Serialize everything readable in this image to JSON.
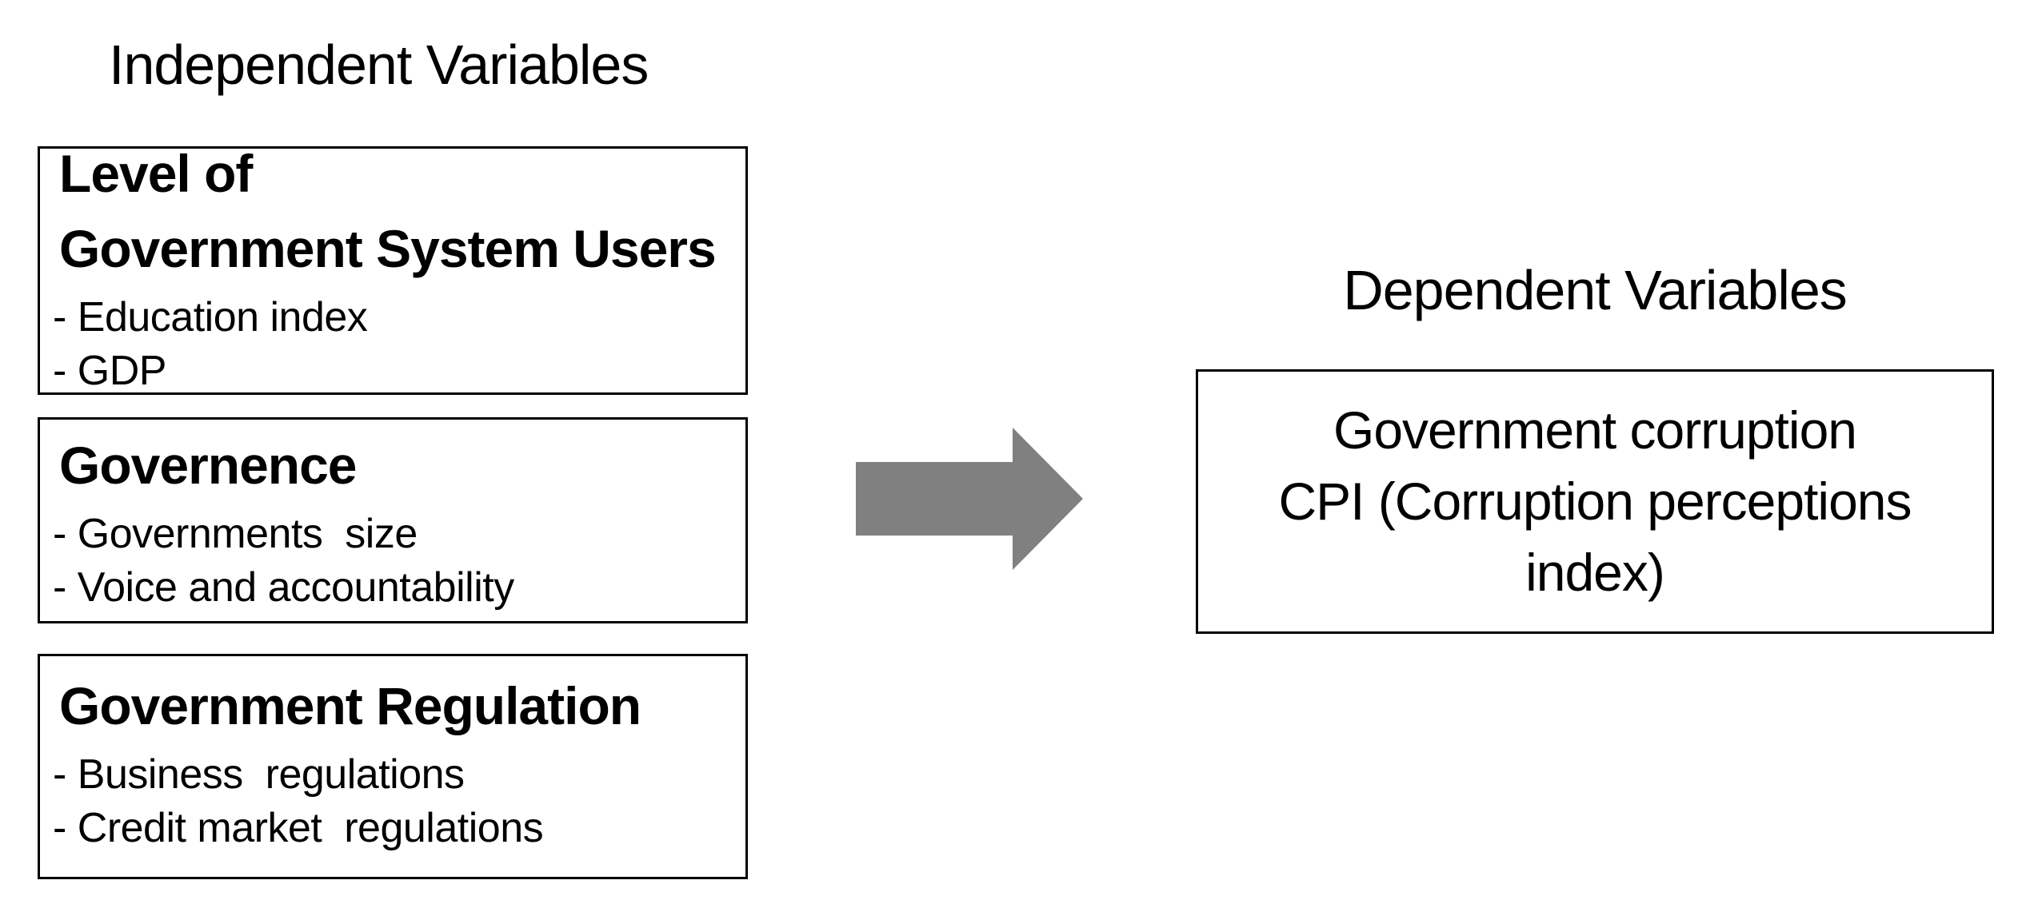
{
  "titles": {
    "independent": "Independent Variables",
    "dependent": "Dependent Variables"
  },
  "independent_boxes": [
    {
      "title": "Level of\nGovernment System Users",
      "items": [
        "- Education index",
        "- GDP"
      ]
    },
    {
      "title": "Governence",
      "items": [
        "- Governments  size",
        "- Voice and accountability"
      ]
    },
    {
      "title": "Government Regulation",
      "items": [
        "- Business  regulations",
        "- Credit market  regulations"
      ]
    }
  ],
  "dependent_box": {
    "lines": [
      "Government corruption",
      "CPI (Corruption perceptions",
      "index)"
    ]
  },
  "arrow": {
    "direction": "right"
  },
  "colors": {
    "background": "#ffffff",
    "text": "#000000",
    "box_border": "#000000",
    "arrow_fill": "#808080"
  }
}
